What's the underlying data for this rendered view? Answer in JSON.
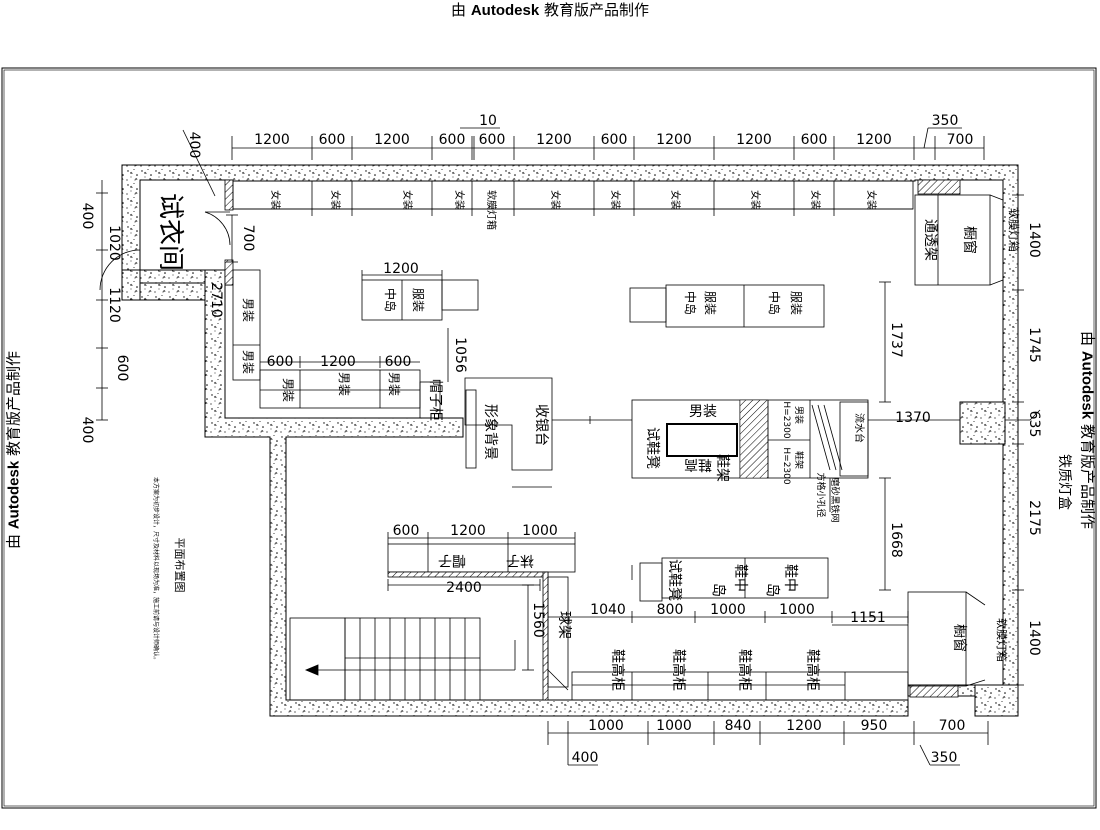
{
  "watermark": {
    "prefix": "由",
    "brand": "Autodesk",
    "suffix": "教育版产品制作"
  },
  "rooms": {
    "fitting_room": "试衣间"
  },
  "top_row": {
    "dims": [
      "1200",
      "600",
      "1200",
      "600",
      "600",
      "1200",
      "600",
      "1200",
      "1200",
      "600",
      "1200"
    ],
    "labels": [
      "女装",
      "女装",
      "女装",
      "女装",
      "软膜灯箱",
      "女装",
      "女装",
      "女装",
      "女装",
      "女装",
      "女装"
    ],
    "offset_top": "10",
    "offset_400": "400",
    "corner_dim_350": "350",
    "corner_dim_700": "700"
  },
  "left_side": {
    "dims": [
      "400",
      "1020",
      "1120",
      "600",
      "400"
    ],
    "door_700": "700",
    "dim_2710": "2710",
    "men_labels": [
      "男装",
      "男装"
    ]
  },
  "men_row": {
    "dims": [
      "600",
      "1200",
      "600"
    ],
    "labels": [
      "男装",
      "男装",
      "男装"
    ],
    "dim_1056": "1056"
  },
  "islands": {
    "left_dim": "1200",
    "left_label_top": "服装",
    "left_label_bottom": "中岛",
    "right_top_1": "服装",
    "right_bottom_1": "中岛",
    "right_top_2": "服装",
    "right_bottom_2": "中岛"
  },
  "center": {
    "hat_cabinet": "帽子柜",
    "image_wall": "形象背景",
    "cashier": "收银台",
    "mens_shoes": "男装",
    "high_shoe": "鞋高",
    "rack": "鞋架",
    "try_bench": "试鞋凳",
    "shelf_1": "男装",
    "shelf_1_h": "H=2300",
    "shelf_2": "鞋架",
    "shelf_2_h": "H=2300",
    "water_bar": "流水台",
    "note_1": "方格小孔径",
    "note_2": "磨砂黑铁网"
  },
  "right_side": {
    "dims": [
      "1400",
      "1745",
      "635",
      "2175",
      "1400"
    ],
    "dim_1737": "1737",
    "dim_1370": "1370",
    "dim_1668": "1668",
    "dim_1151": "1151",
    "window": "橱窗",
    "passage_rack": "通透架",
    "light_box": "软膜灯箱",
    "light_box_2": "软膜灯箱",
    "window_2": "橱窗",
    "iron_light": "铁质灯盒"
  },
  "hat_sock": {
    "dims": [
      "600",
      "1200",
      "1000"
    ],
    "hat": "帽子",
    "sock": "袜子",
    "dim_2400": "2400",
    "dim_1560": "1560",
    "ball_rack": "球架"
  },
  "shoe_island": {
    "try_bench": "试鞋凳",
    "island_a_top": "鞋中",
    "island_a_bottom": "岛",
    "island_b_top": "鞋中",
    "island_b_bottom": "岛"
  },
  "bottom_row": {
    "upper_dims": [
      "1040",
      "800",
      "1000",
      "1000"
    ],
    "labels": [
      "鞋高柜",
      "鞋高柜",
      "鞋高柜",
      "鞋高柜"
    ],
    "lower_dims": [
      "1000",
      "1000",
      "840",
      "1200",
      "950",
      "700"
    ],
    "offset_400": "400",
    "offset_350": "350"
  },
  "legend": {
    "title": "平面布置图",
    "note": "本方案为初步设计，尺寸及材料以现场为准，施工前请与设计师确认。"
  }
}
